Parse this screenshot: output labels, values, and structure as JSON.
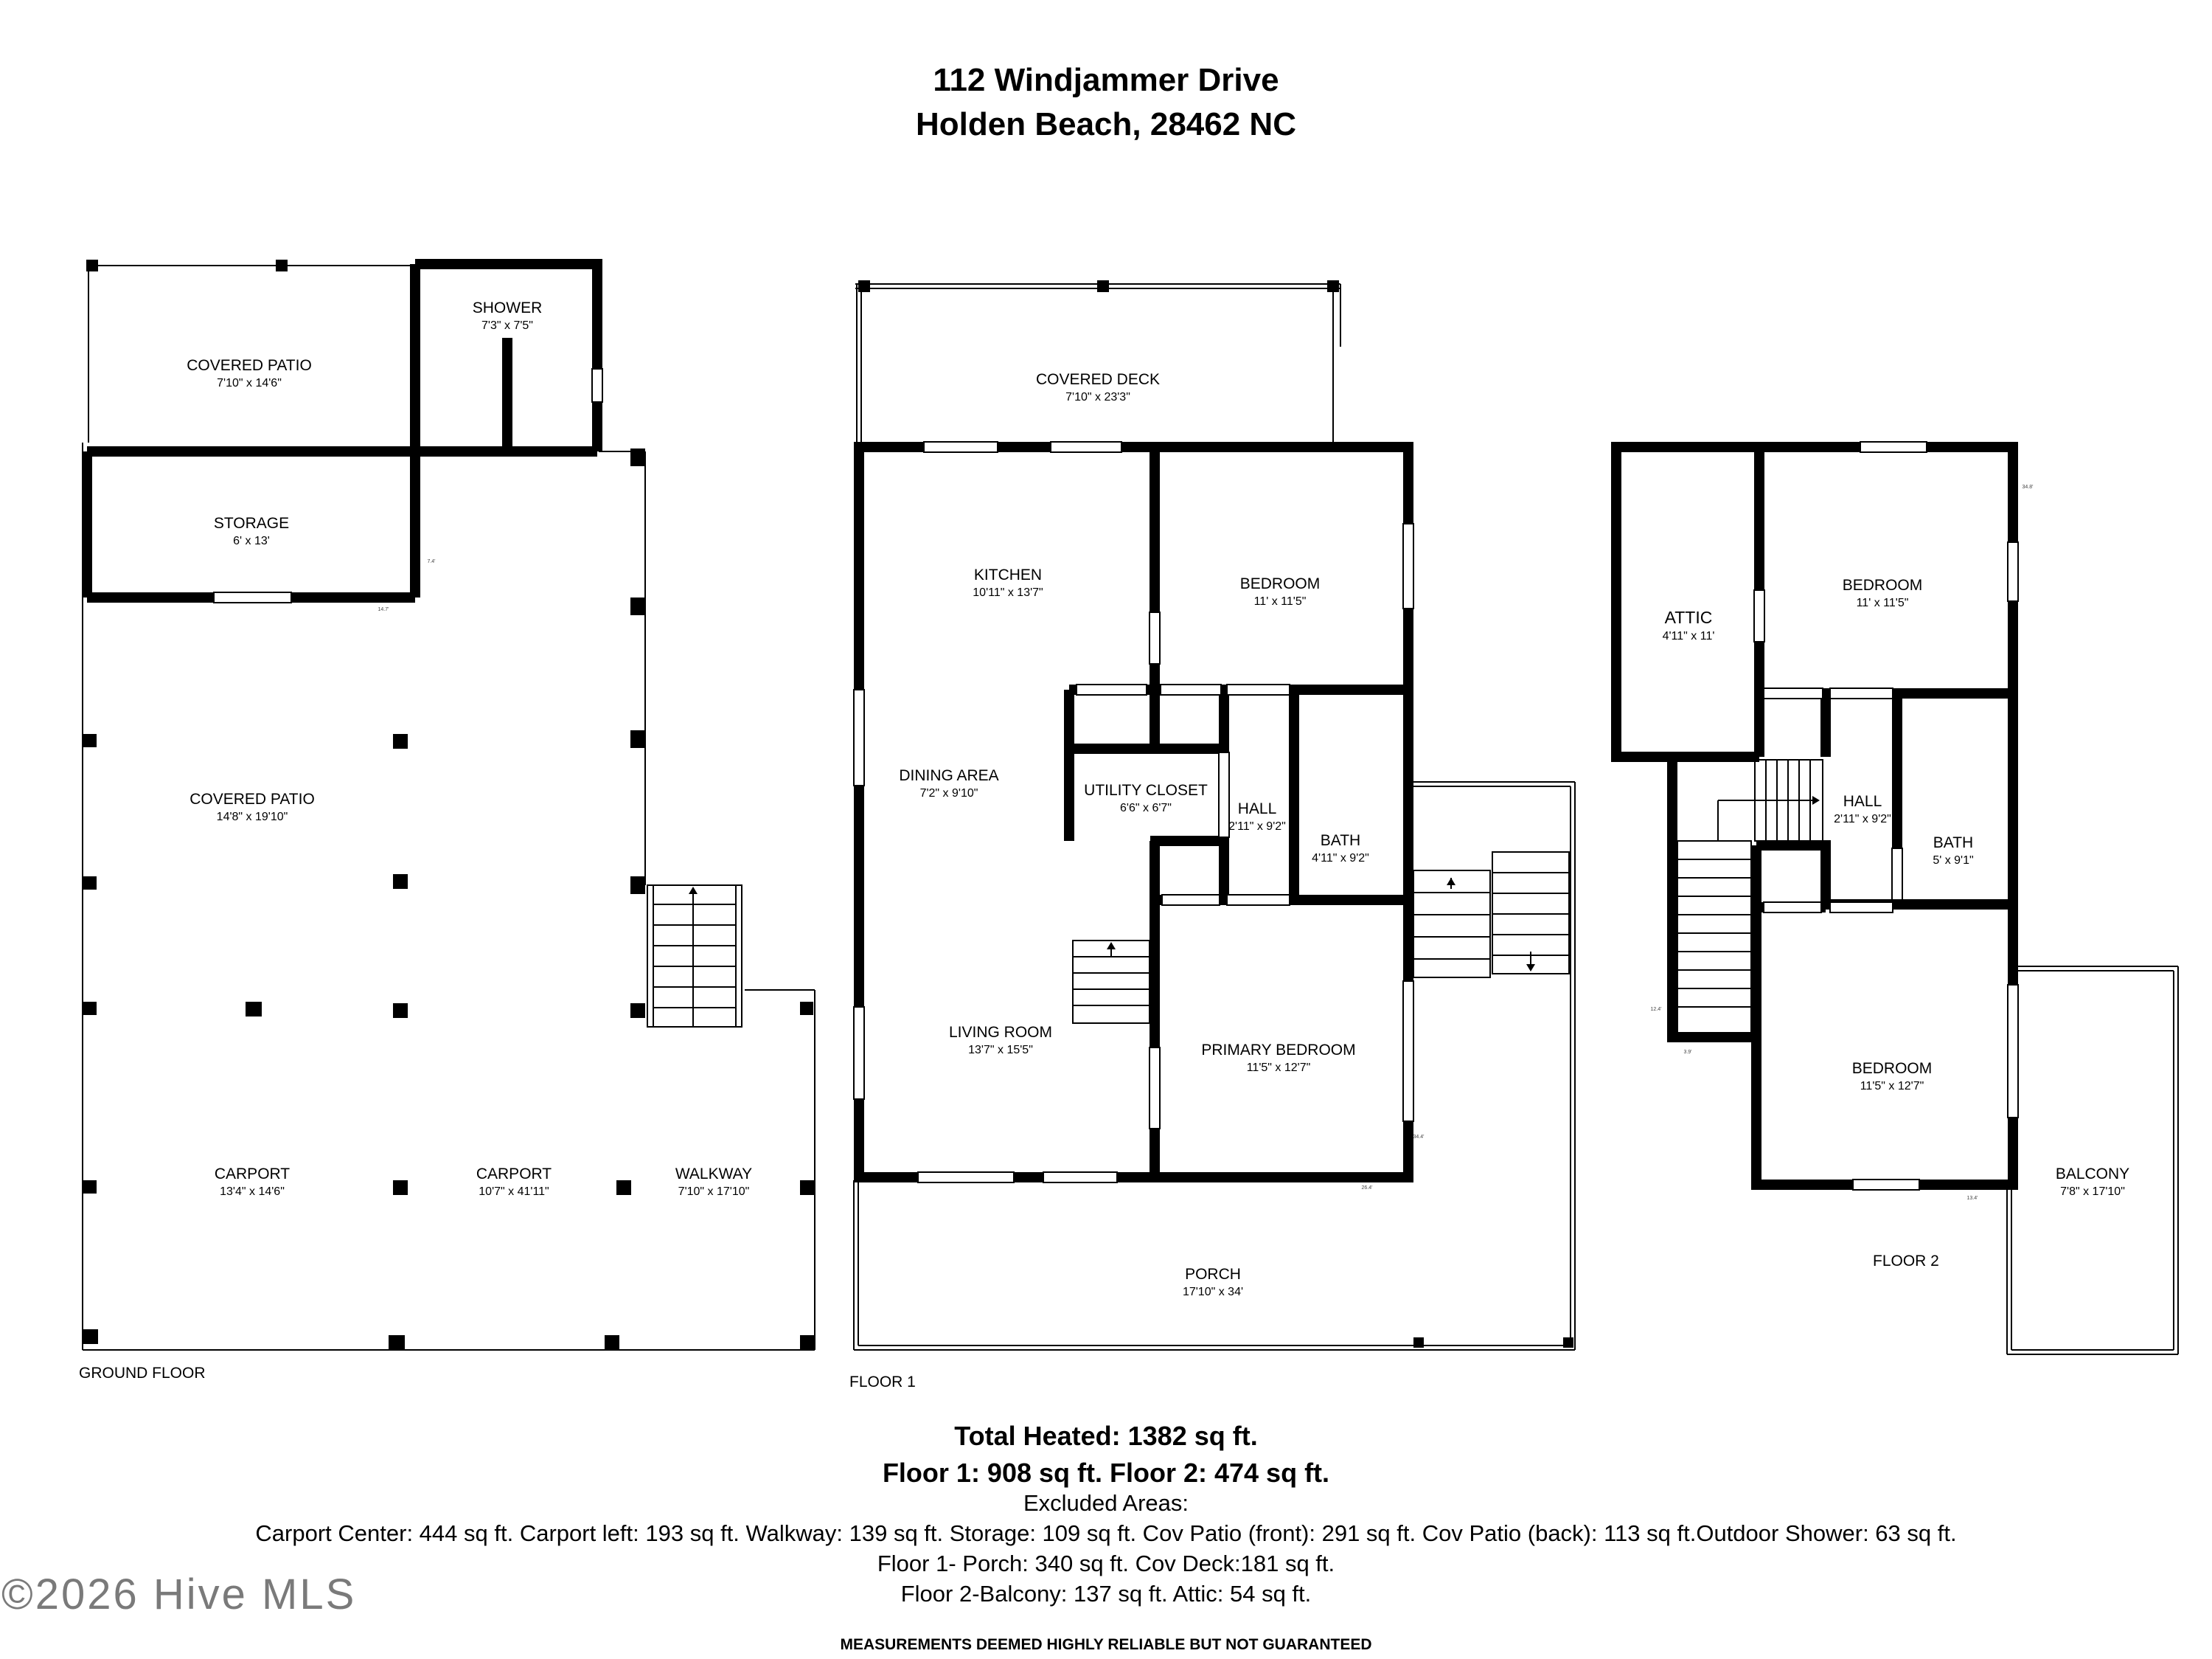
{
  "header": {
    "address_line1": "112 Windjammer Drive",
    "address_line2": "Holden Beach, 28462 NC"
  },
  "floors": {
    "ground": {
      "name": "GROUND FLOOR",
      "rooms": {
        "covered_patio_back": {
          "name": "COVERED PATIO",
          "dims": "7'10\" x 14'6\""
        },
        "shower": {
          "name": "SHOWER",
          "dims": "7'3\" x 7'5\""
        },
        "storage": {
          "name": "STORAGE",
          "dims": "6' x 13'"
        },
        "covered_patio_front": {
          "name": "COVERED PATIO",
          "dims": "14'8\" x 19'10\""
        },
        "carport_left": {
          "name": "CARPORT",
          "dims": "13'4\" x 14'6\""
        },
        "carport_center": {
          "name": "CARPORT",
          "dims": "10'7\" x 41'11\""
        },
        "walkway": {
          "name": "WALKWAY",
          "dims": "7'10\" x 17'10\""
        }
      },
      "small_dims": {
        "a": "7.4'",
        "b": "14.7'"
      }
    },
    "floor1": {
      "name": "FLOOR 1",
      "rooms": {
        "covered_deck": {
          "name": "COVERED DECK",
          "dims": "7'10\" x 23'3\""
        },
        "kitchen": {
          "name": "KITCHEN",
          "dims": "10'11\" x 13'7\""
        },
        "bedroom": {
          "name": "BEDROOM",
          "dims": "11' x 11'5\""
        },
        "dining_area": {
          "name": "DINING AREA",
          "dims": "7'2\" x 9'10\""
        },
        "utility_closet": {
          "name": "UTILITY CLOSET",
          "dims": "6'6\" x 6'7\""
        },
        "hall": {
          "name": "HALL",
          "dims": "2'11\" x 9'2\""
        },
        "bath": {
          "name": "BATH",
          "dims": "4'11\" x 9'2\""
        },
        "living_room": {
          "name": "LIVING ROOM",
          "dims": "13'7\" x 15'5\""
        },
        "primary_bedroom": {
          "name": "PRIMARY BEDROOM",
          "dims": "11'5\" x 12'7\""
        },
        "porch": {
          "name": "PORCH",
          "dims": "17'10\" x 34'"
        }
      },
      "small_dims": {
        "a": "34.4'",
        "b": "26.4'"
      }
    },
    "floor2": {
      "name": "FLOOR 2",
      "rooms": {
        "attic": {
          "name": "ATTIC",
          "dims": "4'11\" x 11'"
        },
        "bedroom_top": {
          "name": "BEDROOM",
          "dims": "11' x 11'5\""
        },
        "hall": {
          "name": "HALL",
          "dims": "2'11\" x 9'2\""
        },
        "bath": {
          "name": "BATH",
          "dims": "5' x 9'1\""
        },
        "bedroom_bottom": {
          "name": "BEDROOM",
          "dims": "11'5\" x 12'7\""
        },
        "balcony": {
          "name": "BALCONY",
          "dims": "7'8\" x 17'10\""
        }
      },
      "small_dims": {
        "a": "34.8'",
        "b": "12.4'",
        "c": "3.9'",
        "d": "13.4'"
      }
    }
  },
  "footer": {
    "total_heated": "Total Heated: 1382 sq ft.",
    "floors_line": "Floor 1: 908 sq ft. Floor 2: 474 sq ft.",
    "excluded_title": "Excluded Areas:",
    "excluded_line1": "Carport Center: 444 sq ft. Carport left: 193 sq ft. Walkway: 139 sq ft. Storage: 109 sq ft. Cov Patio (front): 291 sq ft. Cov Patio (back): 113 sq ft.Outdoor Shower: 63 sq ft.",
    "excluded_line2": "Floor 1- Porch: 340 sq ft. Cov Deck:181 sq ft.",
    "excluded_line3": "Floor 2-Balcony: 137 sq ft. Attic: 54 sq ft.",
    "disclaimer": "MEASUREMENTS DEEMED HIGHLY RELIABLE BUT NOT GUARANTEED"
  },
  "watermark": "©2026 Hive MLS"
}
